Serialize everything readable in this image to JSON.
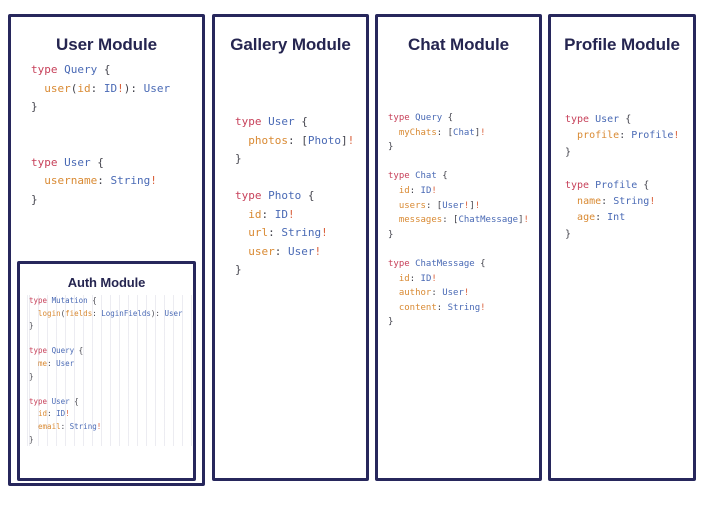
{
  "diagram": {
    "title": "GraphQL schema modules",
    "accent_border_color": "#27275c",
    "title_color": "#252550",
    "background_color": "#ffffff",
    "token_colors": {
      "keyword": "#c7415a",
      "type_name": "#4a6ab5",
      "field_name": "#d98a33",
      "punctuation": "#44444d",
      "non_null_bang": "#d9603b"
    }
  },
  "cards": [
    {
      "id": "user",
      "title": "User Module",
      "code_lines": [
        [
          {
            "t": "type ",
            "c": "k"
          },
          {
            "t": "Query",
            "c": "t"
          },
          {
            "t": " {",
            "c": "p"
          }
        ],
        [
          {
            "t": "  ",
            "c": "p"
          },
          {
            "t": "user",
            "c": "f"
          },
          {
            "t": "(",
            "c": "p"
          },
          {
            "t": "id",
            "c": "f"
          },
          {
            "t": ": ",
            "c": "p"
          },
          {
            "t": "ID",
            "c": "t"
          },
          {
            "t": "!",
            "c": "b"
          },
          {
            "t": "): ",
            "c": "p"
          },
          {
            "t": "User",
            "c": "t"
          }
        ],
        [
          {
            "t": "}",
            "c": "p"
          }
        ],
        [
          {
            "t": "",
            "c": "p"
          }
        ],
        [
          {
            "t": "",
            "c": "p"
          }
        ],
        [
          {
            "t": "type ",
            "c": "k"
          },
          {
            "t": "User",
            "c": "t"
          },
          {
            "t": " {",
            "c": "p"
          }
        ],
        [
          {
            "t": "  ",
            "c": "p"
          },
          {
            "t": "username",
            "c": "f"
          },
          {
            "t": ": ",
            "c": "p"
          },
          {
            "t": "String",
            "c": "t"
          },
          {
            "t": "!",
            "c": "b"
          }
        ],
        [
          {
            "t": "}",
            "c": "p"
          }
        ]
      ],
      "nested": {
        "id": "auth",
        "title": "Auth Module",
        "code_lines": [
          [
            {
              "t": "type ",
              "c": "k"
            },
            {
              "t": "Mutation",
              "c": "t"
            },
            {
              "t": " {",
              "c": "p"
            }
          ],
          [
            {
              "t": "  ",
              "c": "p"
            },
            {
              "t": "login",
              "c": "f"
            },
            {
              "t": "(",
              "c": "p"
            },
            {
              "t": "fields",
              "c": "f"
            },
            {
              "t": ": ",
              "c": "p"
            },
            {
              "t": "LoginFields",
              "c": "t"
            },
            {
              "t": "): ",
              "c": "p"
            },
            {
              "t": "User",
              "c": "t"
            }
          ],
          [
            {
              "t": "}",
              "c": "p"
            }
          ],
          [
            {
              "t": "",
              "c": "p"
            }
          ],
          [
            {
              "t": "type ",
              "c": "k"
            },
            {
              "t": "Query",
              "c": "t"
            },
            {
              "t": " {",
              "c": "p"
            }
          ],
          [
            {
              "t": "  ",
              "c": "p"
            },
            {
              "t": "me",
              "c": "f"
            },
            {
              "t": ": ",
              "c": "p"
            },
            {
              "t": "User",
              "c": "t"
            }
          ],
          [
            {
              "t": "}",
              "c": "p"
            }
          ],
          [
            {
              "t": "",
              "c": "p"
            }
          ],
          [
            {
              "t": "type ",
              "c": "k"
            },
            {
              "t": "User",
              "c": "t"
            },
            {
              "t": " {",
              "c": "p"
            }
          ],
          [
            {
              "t": "  ",
              "c": "p"
            },
            {
              "t": "id",
              "c": "f"
            },
            {
              "t": ": ",
              "c": "p"
            },
            {
              "t": "ID",
              "c": "t"
            },
            {
              "t": "!",
              "c": "b"
            }
          ],
          [
            {
              "t": "  ",
              "c": "p"
            },
            {
              "t": "email",
              "c": "f"
            },
            {
              "t": ": ",
              "c": "p"
            },
            {
              "t": "String",
              "c": "t"
            },
            {
              "t": "!",
              "c": "b"
            }
          ],
          [
            {
              "t": "}",
              "c": "p"
            }
          ]
        ]
      }
    },
    {
      "id": "gallery",
      "title": "Gallery Module",
      "code_lines": [
        [
          {
            "t": "type ",
            "c": "k"
          },
          {
            "t": "User",
            "c": "t"
          },
          {
            "t": " {",
            "c": "p"
          }
        ],
        [
          {
            "t": "  ",
            "c": "p"
          },
          {
            "t": "photos",
            "c": "f"
          },
          {
            "t": ": [",
            "c": "p"
          },
          {
            "t": "Photo",
            "c": "t"
          },
          {
            "t": "]",
            "c": "p"
          },
          {
            "t": "!",
            "c": "b"
          }
        ],
        [
          {
            "t": "}",
            "c": "p"
          }
        ],
        [
          {
            "t": "",
            "c": "p"
          }
        ],
        [
          {
            "t": "type ",
            "c": "k"
          },
          {
            "t": "Photo",
            "c": "t"
          },
          {
            "t": " {",
            "c": "p"
          }
        ],
        [
          {
            "t": "  ",
            "c": "p"
          },
          {
            "t": "id",
            "c": "f"
          },
          {
            "t": ": ",
            "c": "p"
          },
          {
            "t": "ID",
            "c": "t"
          },
          {
            "t": "!",
            "c": "b"
          }
        ],
        [
          {
            "t": "  ",
            "c": "p"
          },
          {
            "t": "url",
            "c": "f"
          },
          {
            "t": ": ",
            "c": "p"
          },
          {
            "t": "String",
            "c": "t"
          },
          {
            "t": "!",
            "c": "b"
          }
        ],
        [
          {
            "t": "  ",
            "c": "p"
          },
          {
            "t": "user",
            "c": "f"
          },
          {
            "t": ": ",
            "c": "p"
          },
          {
            "t": "User",
            "c": "t"
          },
          {
            "t": "!",
            "c": "b"
          }
        ],
        [
          {
            "t": "}",
            "c": "p"
          }
        ]
      ]
    },
    {
      "id": "chat",
      "title": "Chat Module",
      "code_lines": [
        [
          {
            "t": "type ",
            "c": "k"
          },
          {
            "t": "Query",
            "c": "t"
          },
          {
            "t": " {",
            "c": "p"
          }
        ],
        [
          {
            "t": "  ",
            "c": "p"
          },
          {
            "t": "myChats",
            "c": "f"
          },
          {
            "t": ": [",
            "c": "p"
          },
          {
            "t": "Chat",
            "c": "t"
          },
          {
            "t": "]",
            "c": "p"
          },
          {
            "t": "!",
            "c": "b"
          }
        ],
        [
          {
            "t": "}",
            "c": "p"
          }
        ],
        [
          {
            "t": "",
            "c": "p"
          }
        ],
        [
          {
            "t": "type ",
            "c": "k"
          },
          {
            "t": "Chat",
            "c": "t"
          },
          {
            "t": " {",
            "c": "p"
          }
        ],
        [
          {
            "t": "  ",
            "c": "p"
          },
          {
            "t": "id",
            "c": "f"
          },
          {
            "t": ": ",
            "c": "p"
          },
          {
            "t": "ID",
            "c": "t"
          },
          {
            "t": "!",
            "c": "b"
          }
        ],
        [
          {
            "t": "  ",
            "c": "p"
          },
          {
            "t": "users",
            "c": "f"
          },
          {
            "t": ": [",
            "c": "p"
          },
          {
            "t": "User",
            "c": "t"
          },
          {
            "t": "!",
            "c": "b"
          },
          {
            "t": "]",
            "c": "p"
          },
          {
            "t": "!",
            "c": "b"
          }
        ],
        [
          {
            "t": "  ",
            "c": "p"
          },
          {
            "t": "messages",
            "c": "f"
          },
          {
            "t": ": [",
            "c": "p"
          },
          {
            "t": "ChatMessage",
            "c": "t"
          },
          {
            "t": "]",
            "c": "p"
          },
          {
            "t": "!",
            "c": "b"
          }
        ],
        [
          {
            "t": "}",
            "c": "p"
          }
        ],
        [
          {
            "t": "",
            "c": "p"
          }
        ],
        [
          {
            "t": "type ",
            "c": "k"
          },
          {
            "t": "ChatMessage",
            "c": "t"
          },
          {
            "t": " {",
            "c": "p"
          }
        ],
        [
          {
            "t": "  ",
            "c": "p"
          },
          {
            "t": "id",
            "c": "f"
          },
          {
            "t": ": ",
            "c": "p"
          },
          {
            "t": "ID",
            "c": "t"
          },
          {
            "t": "!",
            "c": "b"
          }
        ],
        [
          {
            "t": "  ",
            "c": "p"
          },
          {
            "t": "author",
            "c": "f"
          },
          {
            "t": ": ",
            "c": "p"
          },
          {
            "t": "User",
            "c": "t"
          },
          {
            "t": "!",
            "c": "b"
          }
        ],
        [
          {
            "t": "  ",
            "c": "p"
          },
          {
            "t": "content",
            "c": "f"
          },
          {
            "t": ": ",
            "c": "p"
          },
          {
            "t": "String",
            "c": "t"
          },
          {
            "t": "!",
            "c": "b"
          }
        ],
        [
          {
            "t": "}",
            "c": "p"
          }
        ]
      ]
    },
    {
      "id": "profile",
      "title": "Profile Module",
      "code_lines": [
        [
          {
            "t": "type ",
            "c": "k"
          },
          {
            "t": "User",
            "c": "t"
          },
          {
            "t": " {",
            "c": "p"
          }
        ],
        [
          {
            "t": "  ",
            "c": "p"
          },
          {
            "t": "profile",
            "c": "f"
          },
          {
            "t": ": ",
            "c": "p"
          },
          {
            "t": "Profile",
            "c": "t"
          },
          {
            "t": "!",
            "c": "b"
          }
        ],
        [
          {
            "t": "}",
            "c": "p"
          }
        ],
        [
          {
            "t": "",
            "c": "p"
          }
        ],
        [
          {
            "t": "type ",
            "c": "k"
          },
          {
            "t": "Profile",
            "c": "t"
          },
          {
            "t": " {",
            "c": "p"
          }
        ],
        [
          {
            "t": "  ",
            "c": "p"
          },
          {
            "t": "name",
            "c": "f"
          },
          {
            "t": ": ",
            "c": "p"
          },
          {
            "t": "String",
            "c": "t"
          },
          {
            "t": "!",
            "c": "b"
          }
        ],
        [
          {
            "t": "  ",
            "c": "p"
          },
          {
            "t": "age",
            "c": "f"
          },
          {
            "t": ": ",
            "c": "p"
          },
          {
            "t": "Int",
            "c": "t"
          }
        ],
        [
          {
            "t": "}",
            "c": "p"
          }
        ]
      ]
    }
  ]
}
